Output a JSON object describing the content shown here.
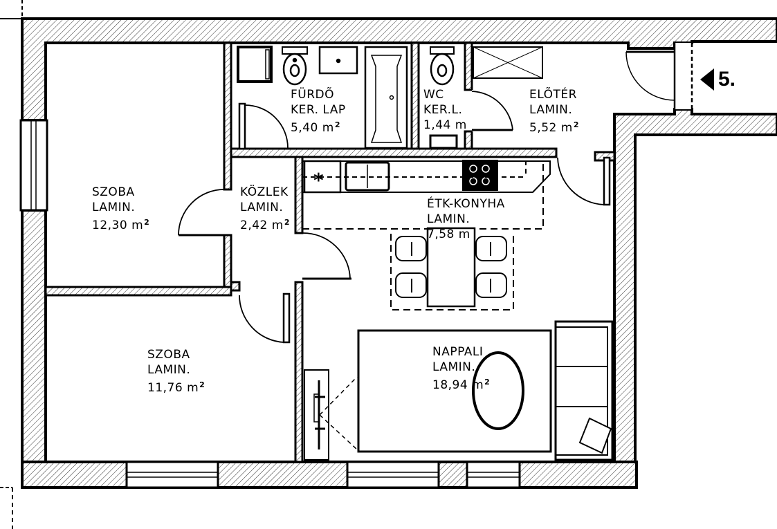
{
  "plan": {
    "unit_number": "5.",
    "colors": {
      "line": "#000000",
      "background": "#ffffff",
      "hatch": "#000000"
    },
    "rooms": [
      {
        "id": "furdo",
        "name": "FÜRDÕ",
        "floor": "KER. LAP",
        "area": "5,40",
        "unit": "m"
      },
      {
        "id": "wc",
        "name": "WC",
        "floor": "KER.L.",
        "area": "1,44",
        "unit": "m"
      },
      {
        "id": "eloter",
        "name": "ELÕTÉR",
        "floor": "LAMIN.",
        "area": "5,52",
        "unit": "m"
      },
      {
        "id": "szoba1",
        "name": "SZOBA",
        "floor": "LAMIN.",
        "area": "12,30",
        "unit": "m"
      },
      {
        "id": "kozlek",
        "name": "KÖZLEK",
        "floor": "LAMIN.",
        "area": "2,42",
        "unit": "m"
      },
      {
        "id": "etk",
        "name": "ÉTK-KONYHA",
        "floor": "LAMIN.",
        "area": "7,58",
        "unit": "m"
      },
      {
        "id": "szoba2",
        "name": "SZOBA",
        "floor": "LAMIN.",
        "area": "11,76",
        "unit": "m"
      },
      {
        "id": "nappali",
        "name": "NAPPALI",
        "floor": "LAMIN.",
        "area": "18,94",
        "unit": "m"
      }
    ],
    "superscript": "2",
    "symbols": {
      "fridge": "*"
    }
  }
}
